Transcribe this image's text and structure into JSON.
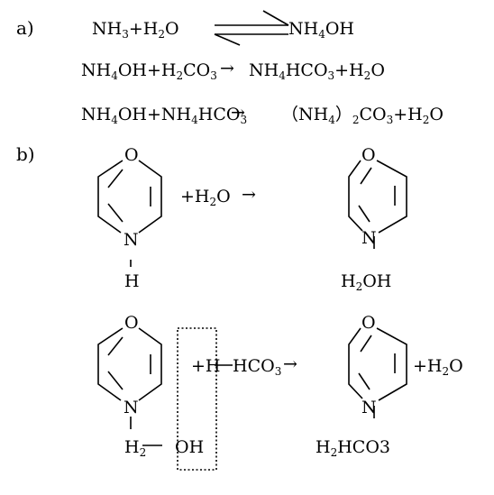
{
  "part_a": {
    "label": "a)",
    "eq1": {
      "reactant": "NH3+H2O",
      "product": "NH4OH"
    },
    "eq2": {
      "reactant": "NH4OH+H2CO3",
      "arrow": "→",
      "product": "NH4HCO3+H2O"
    },
    "eq3": {
      "reactant": "NH4OH+NH4HCO3",
      "arrow": "→",
      "product": "(NH4)2CO3+H2O"
    }
  },
  "part_b": {
    "label": "b)",
    "row1": {
      "ring_top_atom": "O",
      "ring_bottom_atom": "N",
      "substituent": "H",
      "reagent": "+H2O",
      "arrow": "→",
      "product_top_atom": "O",
      "product_bottom_atom": "N",
      "product_label": "H2OH"
    },
    "row2": {
      "ring_top_atom": "O",
      "ring_bottom_atom": "N",
      "substituent_left": "H2",
      "substituent_right": "OH",
      "reagent_h": "+H",
      "reagent_anion": "HCO3",
      "arrow": "→",
      "product_top_atom": "O",
      "product_bottom_atom": "N",
      "product_extra": "+H2O",
      "product_label": "H2HCO3"
    }
  }
}
